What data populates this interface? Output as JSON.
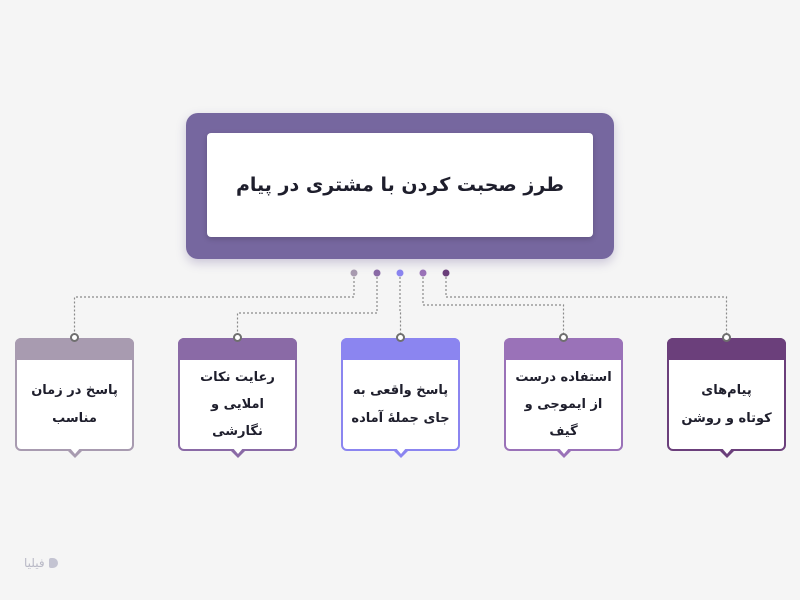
{
  "diagram": {
    "title": "طرز صحبت کردن با مشتری در پیام",
    "branches": [
      {
        "label_line1": "پیام‌های",
        "label_line2": "کوتاه و روشن",
        "color": "#6b3f7b"
      },
      {
        "label_line1": "استفاده درست",
        "label_line2": "از ایموجی و گیف",
        "color": "#9a72b8"
      },
      {
        "label_line1": "پاسخ واقعی به",
        "label_line2": "جای جملهٔ آماده",
        "color": "#8b85f0"
      },
      {
        "label_line1": "رعایت نکات",
        "label_line2": "املایی و نگارشی",
        "color": "#8a6aa6"
      },
      {
        "label_line1": "پاسخ در زمان",
        "label_line2": "مناسب",
        "color": "#a89bb0"
      }
    ]
  },
  "watermark": {
    "text": "فیلیا"
  },
  "colors": {
    "background": "#f5f5f5",
    "title_frame": "#76679f",
    "connector": "#8a8a8a"
  }
}
